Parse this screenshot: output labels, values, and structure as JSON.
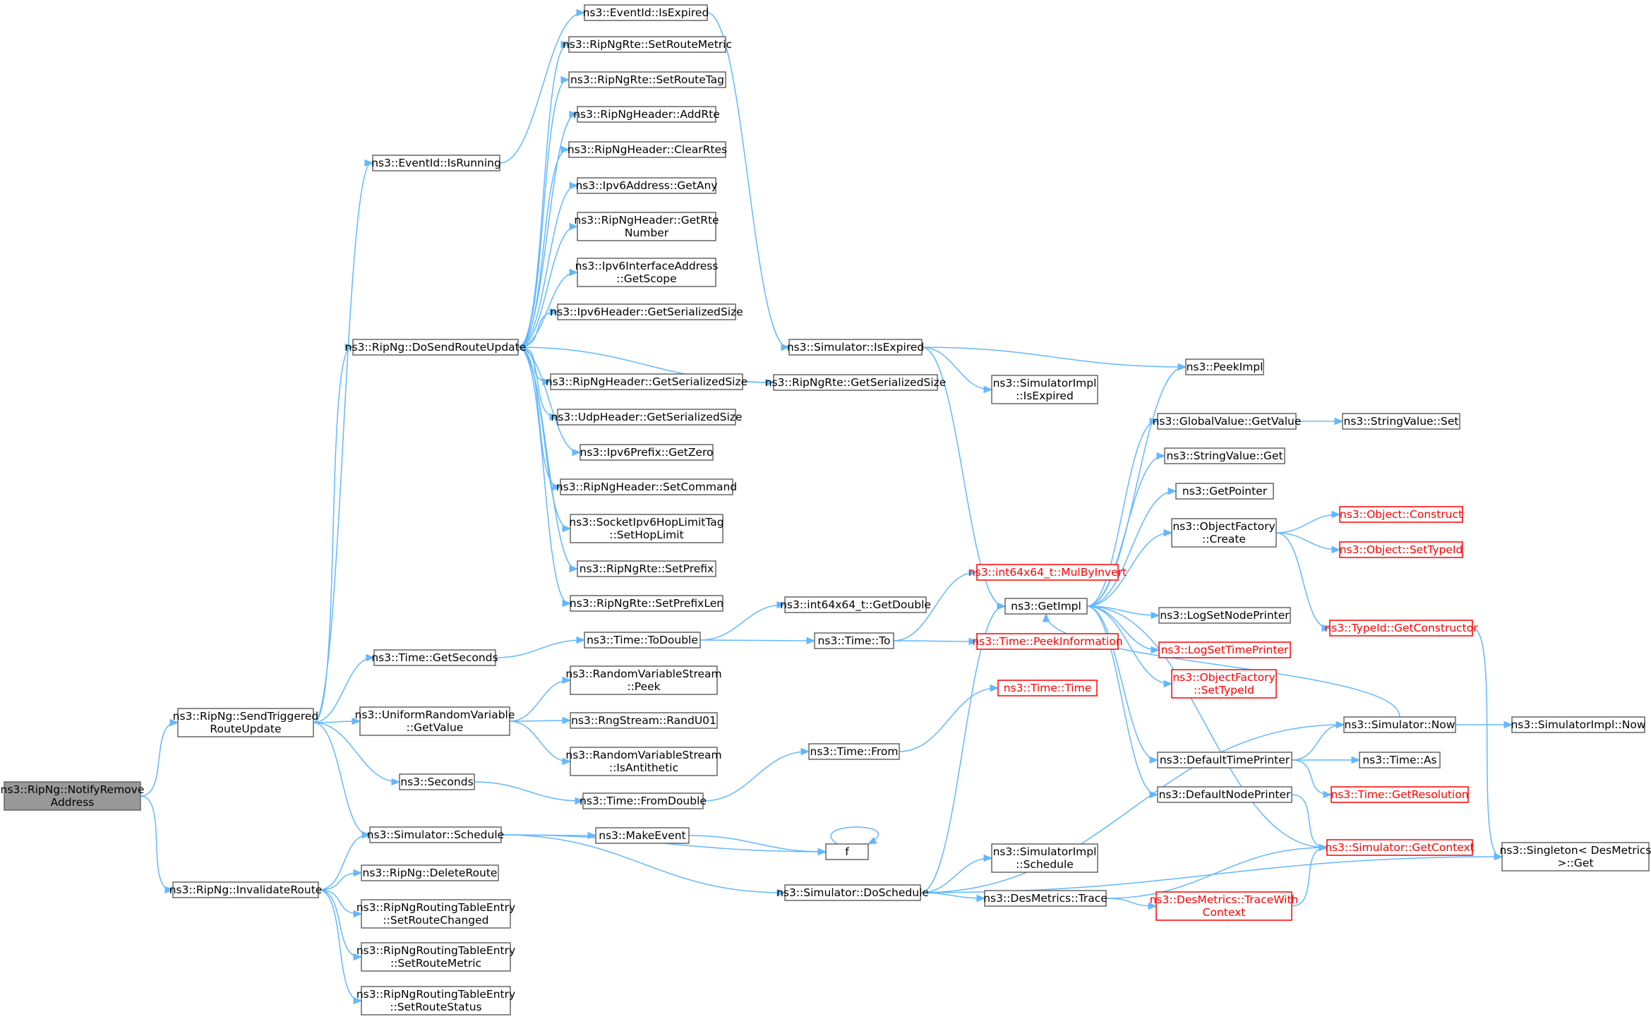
{
  "colors": {
    "edge": "#63b8ff",
    "box_border": "#666666",
    "box_border_red": "#ff0000",
    "root_fill": "#999999",
    "text_red": "#ff0000"
  },
  "nodes": [
    {
      "id": "root",
      "lines": [
        "ns3::RipNg::NotifyRemove",
        "Address"
      ],
      "style": "root"
    },
    {
      "id": "sendTrig",
      "lines": [
        "ns3::RipNg::SendTriggered",
        "RouteUpdate"
      ]
    },
    {
      "id": "invalidate",
      "lines": [
        "ns3::RipNg::InvalidateRoute"
      ]
    },
    {
      "id": "isRunning",
      "lines": [
        "ns3::EventId::IsRunning"
      ]
    },
    {
      "id": "doSend",
      "lines": [
        "ns3::RipNg::DoSendRouteUpdate"
      ]
    },
    {
      "id": "getSeconds",
      "lines": [
        "ns3::Time::GetSeconds"
      ]
    },
    {
      "id": "uniformGet",
      "lines": [
        "ns3::UniformRandomVariable",
        "::GetValue"
      ]
    },
    {
      "id": "seconds",
      "lines": [
        "ns3::Seconds"
      ]
    },
    {
      "id": "schedule",
      "lines": [
        "ns3::Simulator::Schedule"
      ]
    },
    {
      "id": "deleteRoute",
      "lines": [
        "ns3::RipNg::DeleteRoute"
      ]
    },
    {
      "id": "setRouteChanged",
      "lines": [
        "ns3::RipNgRoutingTableEntry",
        "::SetRouteChanged"
      ]
    },
    {
      "id": "setRouteMetricRT",
      "lines": [
        "ns3::RipNgRoutingTableEntry",
        "::SetRouteMetric"
      ]
    },
    {
      "id": "setRouteStatus",
      "lines": [
        "ns3::RipNgRoutingTableEntry",
        "::SetRouteStatus"
      ]
    },
    {
      "id": "eventIsExpired",
      "lines": [
        "ns3::EventId::IsExpired"
      ]
    },
    {
      "id": "rteSetMetric",
      "lines": [
        "ns3::RipNgRte::SetRouteMetric"
      ]
    },
    {
      "id": "rteSetTag",
      "lines": [
        "ns3::RipNgRte::SetRouteTag"
      ]
    },
    {
      "id": "hdrAddRte",
      "lines": [
        "ns3::RipNgHeader::AddRte"
      ]
    },
    {
      "id": "hdrClear",
      "lines": [
        "ns3::RipNgHeader::ClearRtes"
      ]
    },
    {
      "id": "ipv6Any",
      "lines": [
        "ns3::Ipv6Address::GetAny"
      ]
    },
    {
      "id": "hdrGetRteNum",
      "lines": [
        "ns3::RipNgHeader::GetRte",
        "Number"
      ]
    },
    {
      "id": "ifaceScope",
      "lines": [
        "ns3::Ipv6InterfaceAddress",
        "::GetScope"
      ]
    },
    {
      "id": "ipv6HdrSize",
      "lines": [
        "ns3::Ipv6Header::GetSerializedSize"
      ]
    },
    {
      "id": "ripHdrSize",
      "lines": [
        "ns3::RipNgHeader::GetSerializedSize"
      ]
    },
    {
      "id": "udpHdrSize",
      "lines": [
        "ns3::UdpHeader::GetSerializedSize"
      ]
    },
    {
      "id": "prefixZero",
      "lines": [
        "ns3::Ipv6Prefix::GetZero"
      ]
    },
    {
      "id": "setCommand",
      "lines": [
        "ns3::RipNgHeader::SetCommand"
      ]
    },
    {
      "id": "hopLimit",
      "lines": [
        "ns3::SocketIpv6HopLimitTag",
        "::SetHopLimit"
      ]
    },
    {
      "id": "setPrefix",
      "lines": [
        "ns3::RipNgRte::SetPrefix"
      ]
    },
    {
      "id": "setPrefixLen",
      "lines": [
        "ns3::RipNgRte::SetPrefixLen"
      ]
    },
    {
      "id": "toDouble",
      "lines": [
        "ns3::Time::ToDouble"
      ]
    },
    {
      "id": "rvsPeek",
      "lines": [
        "ns3::RandomVariableStream",
        "::Peek"
      ]
    },
    {
      "id": "randU01",
      "lines": [
        "ns3::RngStream::RandU01"
      ]
    },
    {
      "id": "isAnti",
      "lines": [
        "ns3::RandomVariableStream",
        "::IsAntithetic"
      ]
    },
    {
      "id": "fromDouble",
      "lines": [
        "ns3::Time::FromDouble"
      ]
    },
    {
      "id": "makeEvent",
      "lines": [
        "ns3::MakeEvent"
      ]
    },
    {
      "id": "f",
      "lines": [
        "f"
      ]
    },
    {
      "id": "doSchedule",
      "lines": [
        "ns3::Simulator::DoSchedule"
      ]
    },
    {
      "id": "simIsExpired",
      "lines": [
        "ns3::Simulator::IsExpired"
      ]
    },
    {
      "id": "rteSize",
      "lines": [
        "ns3::RipNgRte::GetSerializedSize"
      ]
    },
    {
      "id": "getDouble",
      "lines": [
        "ns3::int64x64_t::GetDouble"
      ]
    },
    {
      "id": "timeTo",
      "lines": [
        "ns3::Time::To"
      ]
    },
    {
      "id": "timeFrom",
      "lines": [
        "ns3::Time::From"
      ]
    },
    {
      "id": "simImplIsExpired",
      "lines": [
        "ns3::SimulatorImpl",
        "::IsExpired"
      ]
    },
    {
      "id": "mulByInvert",
      "lines": [
        "ns3::int64x64_t::MulByInvert"
      ],
      "style": "red"
    },
    {
      "id": "getImpl",
      "lines": [
        "ns3::GetImpl"
      ]
    },
    {
      "id": "peekInfo",
      "lines": [
        "ns3::Time::PeekInformation"
      ],
      "style": "red"
    },
    {
      "id": "timeTime",
      "lines": [
        "ns3::Time::Time"
      ],
      "style": "red"
    },
    {
      "id": "simImplSchedule",
      "lines": [
        "ns3::SimulatorImpl",
        "::Schedule"
      ]
    },
    {
      "id": "desTrace",
      "lines": [
        "ns3::DesMetrics::Trace"
      ]
    },
    {
      "id": "peekImpl",
      "lines": [
        "ns3::PeekImpl"
      ]
    },
    {
      "id": "gvGetValue",
      "lines": [
        "ns3::GlobalValue::GetValue"
      ]
    },
    {
      "id": "svGet",
      "lines": [
        "ns3::StringValue::Get"
      ]
    },
    {
      "id": "getPointer",
      "lines": [
        "ns3::GetPointer"
      ]
    },
    {
      "id": "ofCreate",
      "lines": [
        "ns3::ObjectFactory",
        "::Create"
      ]
    },
    {
      "id": "logNode",
      "lines": [
        "ns3::LogSetNodePrinter"
      ]
    },
    {
      "id": "logTime",
      "lines": [
        "ns3::LogSetTimePrinter"
      ],
      "style": "red"
    },
    {
      "id": "ofSetTypeId",
      "lines": [
        "ns3::ObjectFactory",
        "::SetTypeId"
      ],
      "style": "red"
    },
    {
      "id": "defTimePrinter",
      "lines": [
        "ns3::DefaultTimePrinter"
      ]
    },
    {
      "id": "defNodePrinter",
      "lines": [
        "ns3::DefaultNodePrinter"
      ]
    },
    {
      "id": "traceWithCtx",
      "lines": [
        "ns3::DesMetrics::TraceWith",
        "Context"
      ],
      "style": "red"
    },
    {
      "id": "svSet",
      "lines": [
        "ns3::StringValue::Set"
      ]
    },
    {
      "id": "objConstruct",
      "lines": [
        "ns3::Object::Construct"
      ],
      "style": "red"
    },
    {
      "id": "objSetTypeId",
      "lines": [
        "ns3::Object::SetTypeId"
      ],
      "style": "red"
    },
    {
      "id": "getCtor",
      "lines": [
        "ns3::TypeId::GetConstructor"
      ],
      "style": "red"
    },
    {
      "id": "simNow",
      "lines": [
        "ns3::Simulator::Now"
      ]
    },
    {
      "id": "timeAs",
      "lines": [
        "ns3::Time::As"
      ]
    },
    {
      "id": "getRes",
      "lines": [
        "ns3::Time::GetResolution"
      ],
      "style": "red"
    },
    {
      "id": "getCtx",
      "lines": [
        "ns3::Simulator::GetContext"
      ],
      "style": "red"
    },
    {
      "id": "simImplNow",
      "lines": [
        "ns3::SimulatorImpl::Now"
      ]
    },
    {
      "id": "singleton",
      "lines": [
        "ns3::Singleton< DesMetrics",
        ">::Get"
      ]
    }
  ]
}
